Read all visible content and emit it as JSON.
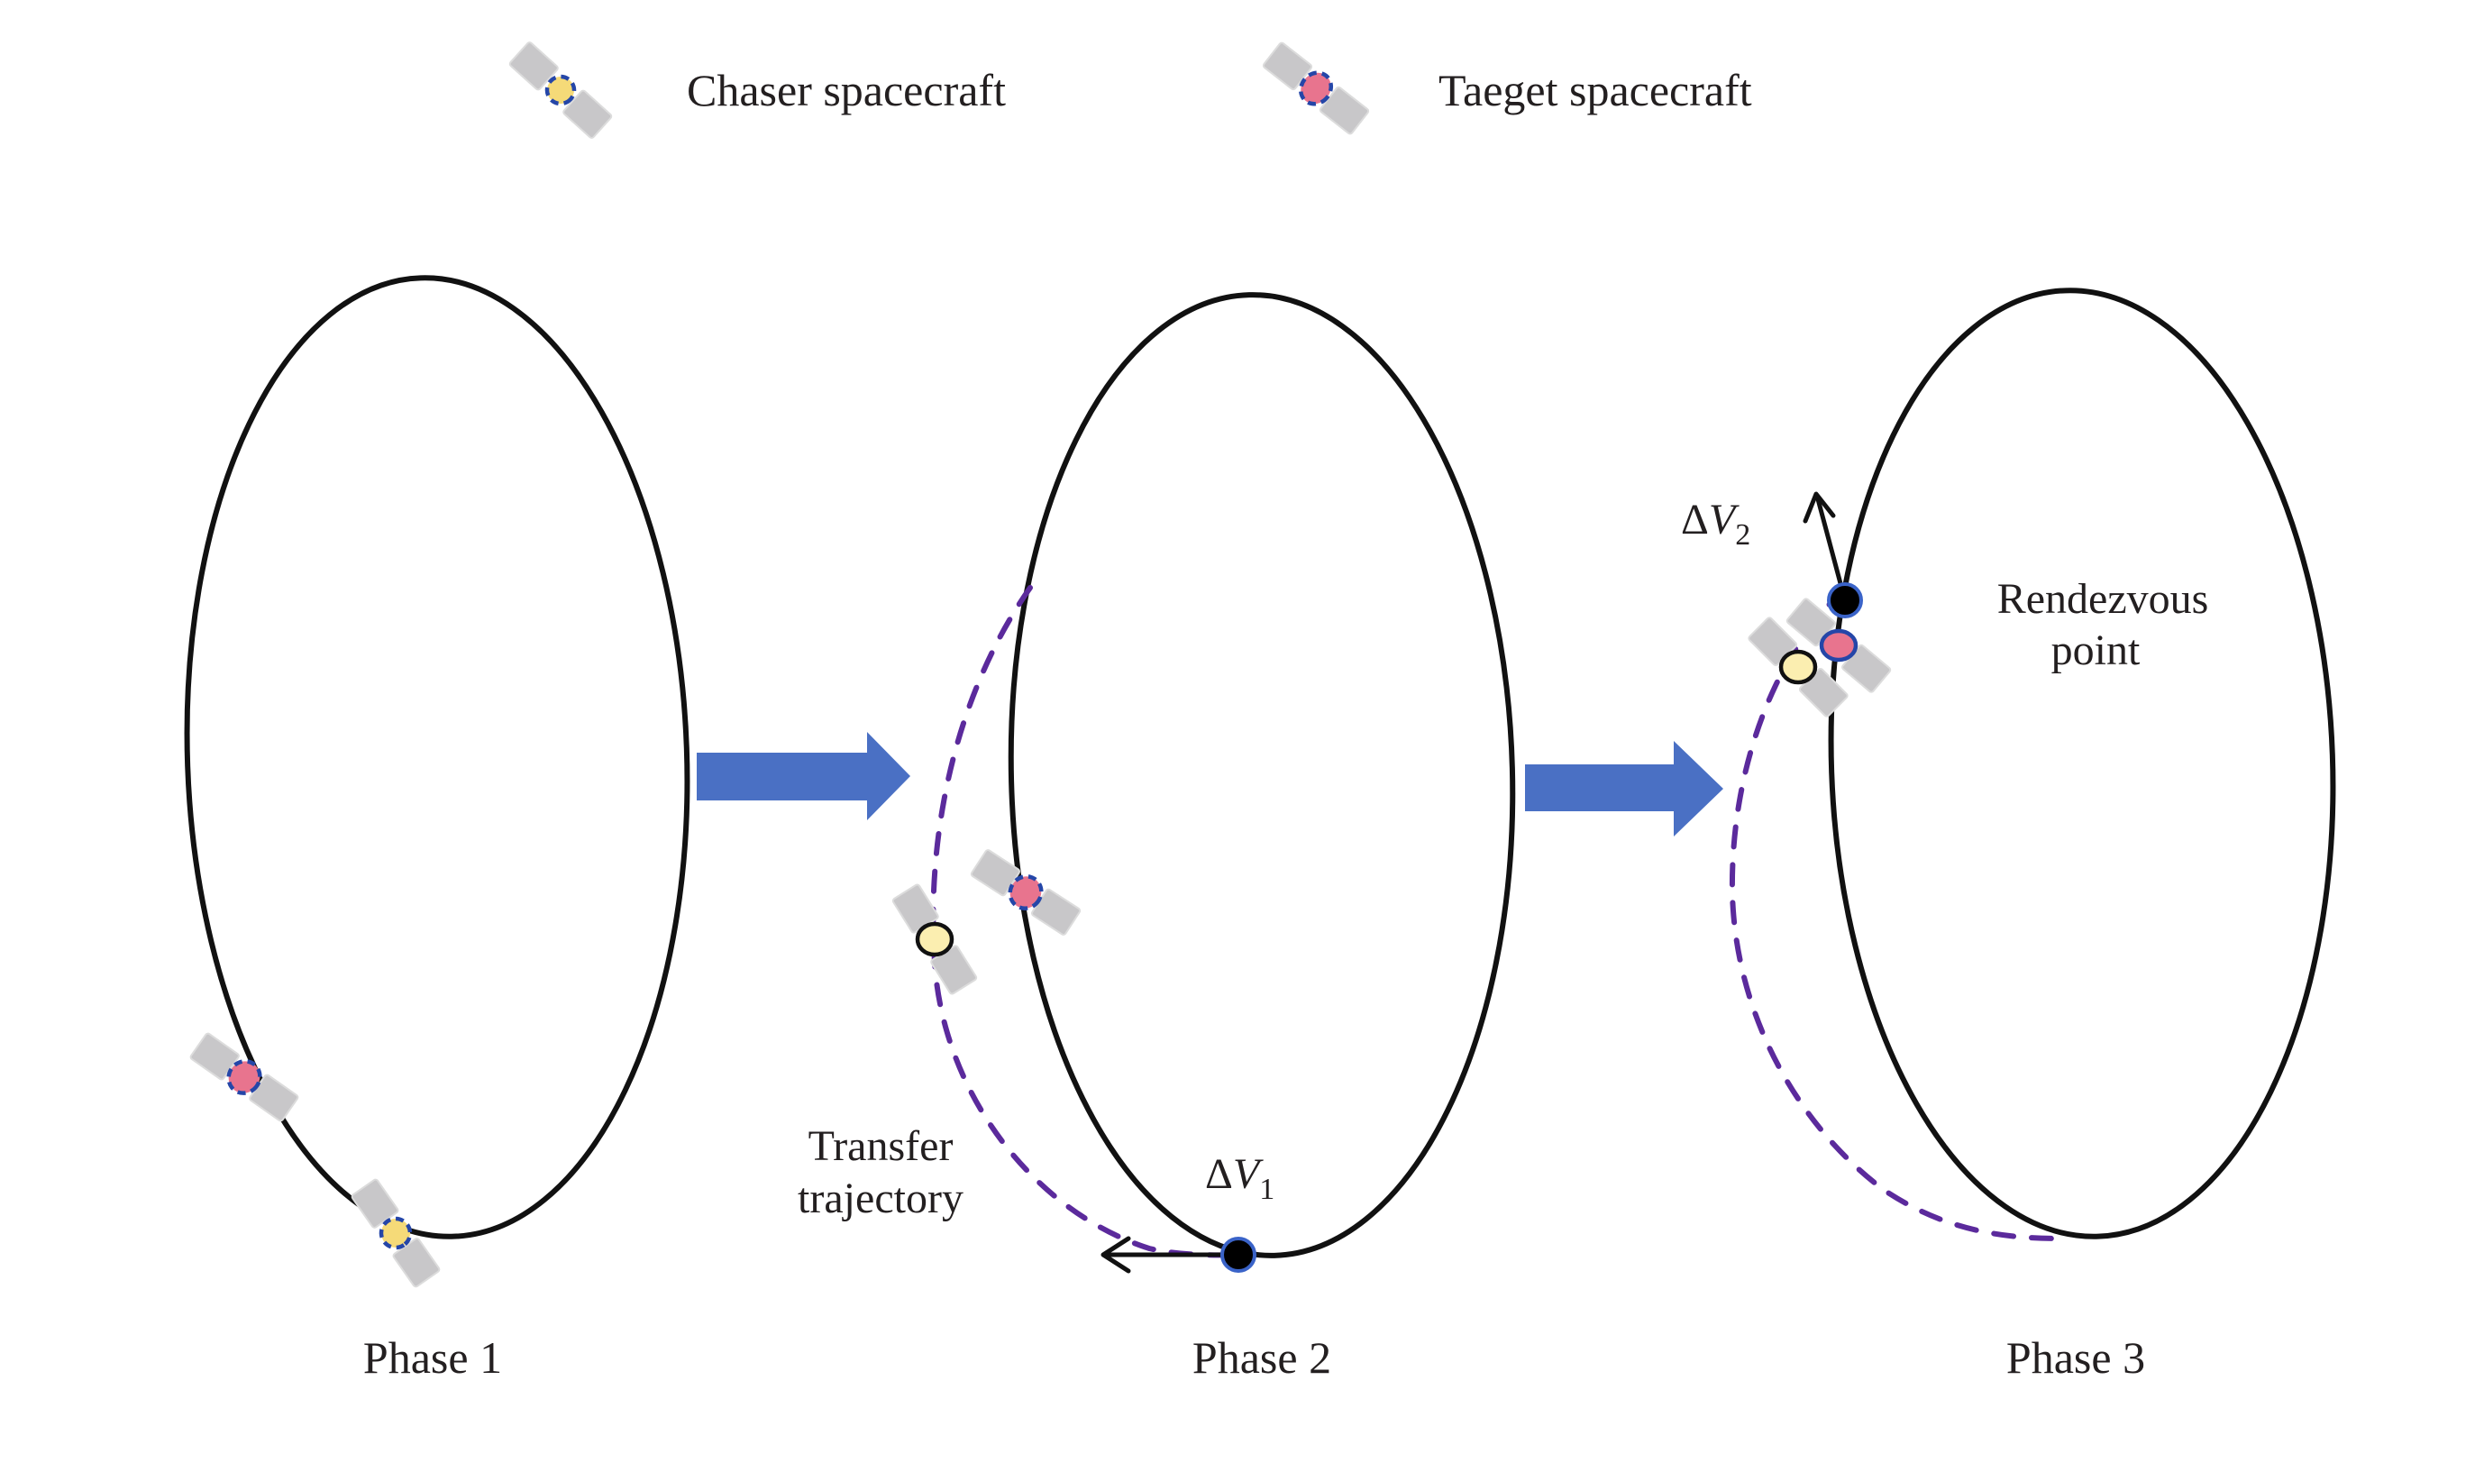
{
  "figure": {
    "legend": {
      "chaser": {
        "label": "Chaser spacecraft",
        "icon": "chaser-spacecraft-icon",
        "body_color": "#f5da78"
      },
      "target": {
        "label": "Taeget spacecraft",
        "icon": "target-spacecraft-icon",
        "body_color": "#e8748e"
      }
    },
    "phases": [
      {
        "label": "Phase 1"
      },
      {
        "label": "Phase 2",
        "annotation_line1": "Transfer",
        "annotation_line2": "trajectory",
        "impulse_symbol": "ΔV",
        "impulse_subscript": "1"
      },
      {
        "label": "Phase 3",
        "annotation_line1": "Rendezvous",
        "annotation_line2": "point",
        "impulse_symbol": "ΔV",
        "impulse_subscript": "2"
      }
    ],
    "colors": {
      "orbit": "#111111",
      "transfer_trajectory": "#5b2a9c",
      "phase_arrow": "#4a70c4",
      "burn_point": "#000000",
      "chaser_outline_phase2_3": "#111111",
      "chaser_fill_phase2_3": "#fbeeb0"
    }
  }
}
